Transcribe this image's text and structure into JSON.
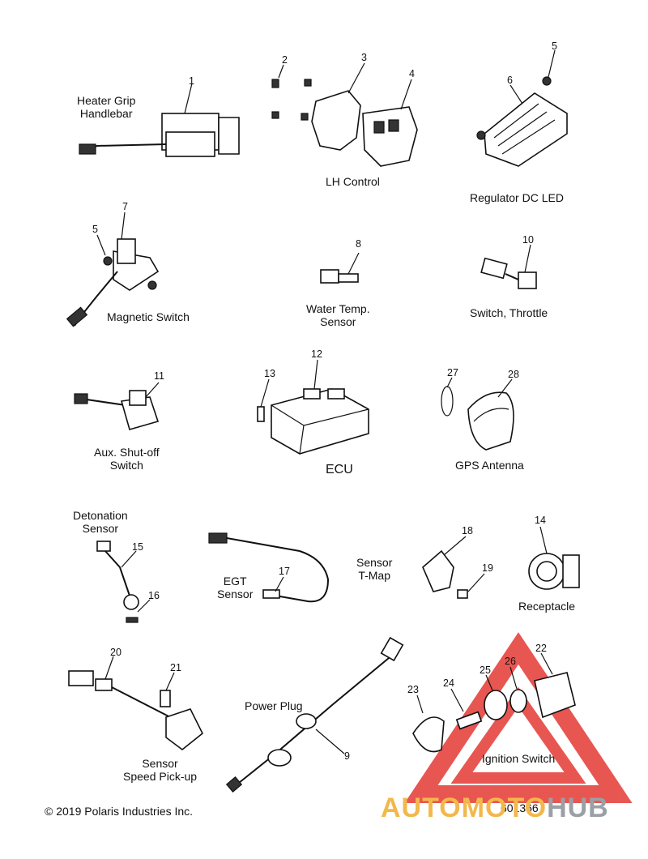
{
  "labels": {
    "heater_grip": "Heater Grip\nHandlebar",
    "lh_control": "LH Control",
    "regulator": "Regulator DC LED",
    "magnetic_switch": "Magnetic Switch",
    "water_temp": "Water Temp.\nSensor",
    "switch_throttle": "Switch, Throttle",
    "aux_shutoff": "Aux. Shut-off\nSwitch",
    "ecu": "ECU",
    "gps_antenna": "GPS Antenna",
    "detonation": "Detonation\nSensor",
    "egt": "EGT\nSensor",
    "sensor_tmap": "Sensor\nT-Map",
    "receptacle": "Receptacle",
    "power_plug": "Power Plug",
    "speed_pickup": "Sensor\nSpeed Pick-up",
    "ignition_switch": "Ignition Switch"
  },
  "callouts": [
    "1",
    "2",
    "3",
    "4",
    "5",
    "6",
    "5",
    "7",
    "8",
    "10",
    "11",
    "12",
    "13",
    "27",
    "28",
    "15",
    "16",
    "17",
    "18",
    "19",
    "14",
    "20",
    "21",
    "9",
    "23",
    "24",
    "25",
    "26",
    "22"
  ],
  "footer": {
    "copyright": "© 2019 Polaris Industries Inc.",
    "part_number": "601366"
  },
  "watermark": {
    "text_a": "AUTOMOTO",
    "text_b": "HUB",
    "color_primary": "#e53935",
    "color_text": "#f2b84b"
  }
}
